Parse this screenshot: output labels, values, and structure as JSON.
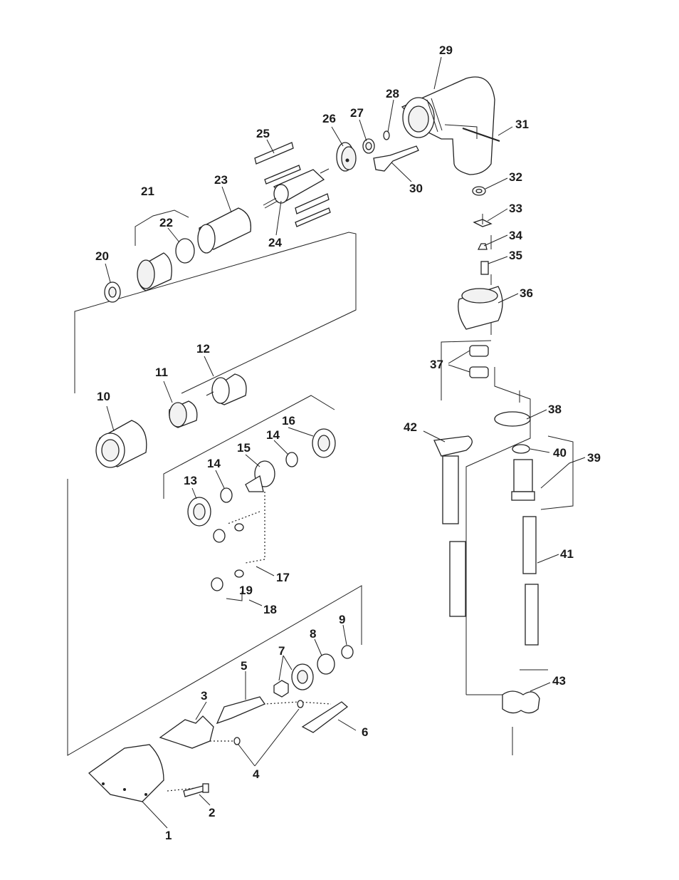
{
  "diagram": {
    "callouts": [
      "1",
      "2",
      "3",
      "4",
      "5",
      "6",
      "7",
      "8",
      "9",
      "10",
      "11",
      "12",
      "13",
      "14",
      "14",
      "15",
      "16",
      "17",
      "18",
      "19",
      "20",
      "21",
      "22",
      "23",
      "24",
      "25",
      "26",
      "27",
      "28",
      "29",
      "30",
      "31",
      "32",
      "33",
      "34",
      "35",
      "36",
      "37",
      "38",
      "39",
      "40",
      "41",
      "42",
      "43"
    ]
  }
}
